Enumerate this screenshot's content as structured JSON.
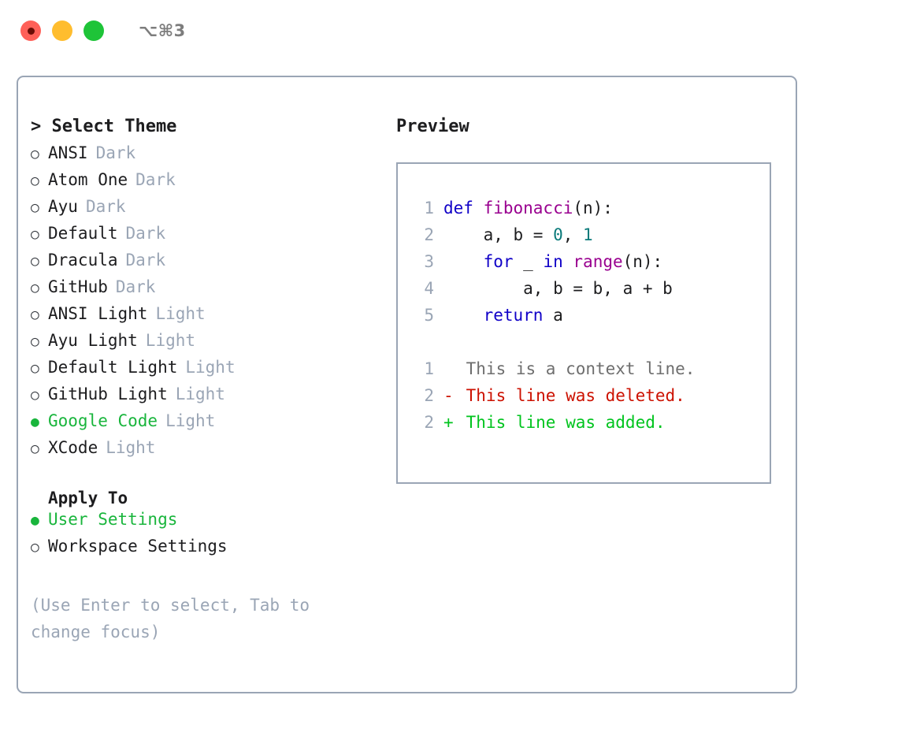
{
  "titlebar": {
    "shortcut_label": "⌥⌘3",
    "buttons": {
      "close": "close-button",
      "minimize": "minimize-button",
      "maximize": "maximize-button"
    }
  },
  "theme_picker": {
    "heading": "> Select Theme",
    "bullet_unselected": "○",
    "bullet_selected": "●",
    "accent_color": "#19b53c",
    "badge_color": "#9aa5b5",
    "options": [
      {
        "name": "ANSI",
        "badge": "Dark",
        "selected": false
      },
      {
        "name": "Atom One",
        "badge": "Dark",
        "selected": false
      },
      {
        "name": "Ayu",
        "badge": "Dark",
        "selected": false
      },
      {
        "name": "Default",
        "badge": "Dark",
        "selected": false
      },
      {
        "name": "Dracula",
        "badge": "Dark",
        "selected": false
      },
      {
        "name": "GitHub",
        "badge": "Dark",
        "selected": false
      },
      {
        "name": "ANSI Light",
        "badge": "Light",
        "selected": false
      },
      {
        "name": "Ayu Light",
        "badge": "Light",
        "selected": false
      },
      {
        "name": "Default Light",
        "badge": "Light",
        "selected": false
      },
      {
        "name": "GitHub Light",
        "badge": "Light",
        "selected": false
      },
      {
        "name": "Google Code",
        "badge": "Light",
        "selected": true
      },
      {
        "name": "XCode",
        "badge": "Light",
        "selected": false
      }
    ]
  },
  "apply_to": {
    "heading": "Apply To",
    "options": [
      {
        "name": "User Settings",
        "selected": true
      },
      {
        "name": "Workspace Settings",
        "selected": false
      }
    ]
  },
  "hint": {
    "text": "(Use Enter to select, Tab to change focus)"
  },
  "preview": {
    "heading": "Preview",
    "syntax_colors": {
      "keyword": "#1000c7",
      "function": "#99008f",
      "number": "#0a7a7a",
      "plain": "#1d1d1f",
      "line_number": "#9aa5b5",
      "diff_context": "#6e6e6e",
      "diff_deleted": "#cc1100",
      "diff_added": "#00c41e"
    },
    "code_lines": [
      {
        "number": "1",
        "tokens": [
          {
            "text": "def ",
            "kind": "kw"
          },
          {
            "text": "fibonacci",
            "kind": "fn"
          },
          {
            "text": "(n):",
            "kind": "pl"
          }
        ]
      },
      {
        "number": "2",
        "tokens": [
          {
            "text": "    a, b = ",
            "kind": "pl"
          },
          {
            "text": "0",
            "kind": "num"
          },
          {
            "text": ", ",
            "kind": "pl"
          },
          {
            "text": "1",
            "kind": "num"
          }
        ]
      },
      {
        "number": "3",
        "tokens": [
          {
            "text": "    ",
            "kind": "pl"
          },
          {
            "text": "for",
            "kind": "kw"
          },
          {
            "text": " _ ",
            "kind": "pl"
          },
          {
            "text": "in",
            "kind": "kw"
          },
          {
            "text": " ",
            "kind": "pl"
          },
          {
            "text": "range",
            "kind": "fn"
          },
          {
            "text": "(n):",
            "kind": "pl"
          }
        ]
      },
      {
        "number": "4",
        "tokens": [
          {
            "text": "        a, b = b, a + b",
            "kind": "pl"
          }
        ]
      },
      {
        "number": "5",
        "tokens": [
          {
            "text": "    ",
            "kind": "pl"
          },
          {
            "text": "return",
            "kind": "kw"
          },
          {
            "text": " a",
            "kind": "pl"
          }
        ]
      }
    ],
    "diff_lines": [
      {
        "number": "1",
        "marker": " ",
        "text": " This is a context line.",
        "kind": "ctx"
      },
      {
        "number": "2",
        "marker": "-",
        "text": " This line was deleted.",
        "kind": "del"
      },
      {
        "number": "2",
        "marker": "+",
        "text": " This line was added.",
        "kind": "add"
      }
    ]
  }
}
